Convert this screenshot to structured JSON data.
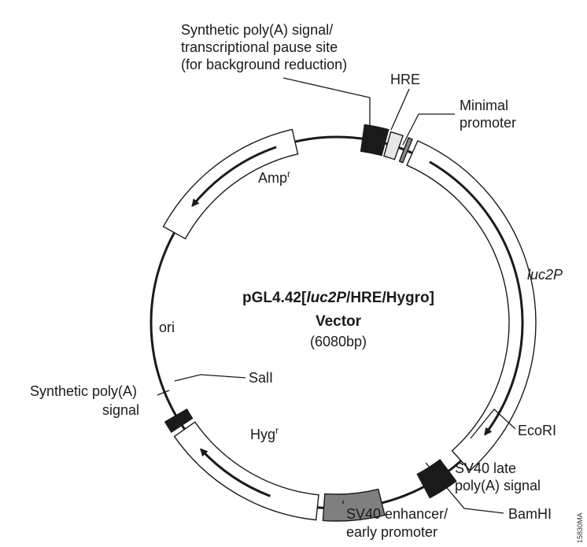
{
  "title_line1_prefix": "pGL4.42[",
  "title_line1_italic": "luc2P",
  "title_line1_suffix": "/HRE/Hygro]",
  "title_line2": "Vector",
  "size": "(6080bp)",
  "labels": {
    "synthetic_pause_1": "Synthetic poly(A) signal/",
    "synthetic_pause_2": "transcriptional pause site",
    "synthetic_pause_3": "(for background reduction)",
    "hre": "HRE",
    "minimal_1": "Minimal",
    "minimal_2": "promoter",
    "luc2p": "luc2P",
    "ecori": "EcoRI",
    "sv40_late_1": "SV40 late",
    "sv40_late_2": "poly(A) signal",
    "bamhi": "BamHI",
    "sv40_enh_1": "SV40 enhancer/",
    "sv40_enh_2": "early promoter",
    "hyg": "Hyg",
    "hyg_sup": "r",
    "sali": "SalI",
    "synthetic_polya_1": "Synthetic poly(A)",
    "synthetic_polya_2": "signal",
    "ori": "ori",
    "amp": "Amp",
    "amp_sup": "r",
    "side_code": "15830MA"
  },
  "colors": {
    "black_block": "#1a1a1a",
    "hre_block": "#e6e6e6",
    "minimal_block": "#888888",
    "sv40_enh_block": "#7f7f7f",
    "outline": "#1a1a1a"
  }
}
